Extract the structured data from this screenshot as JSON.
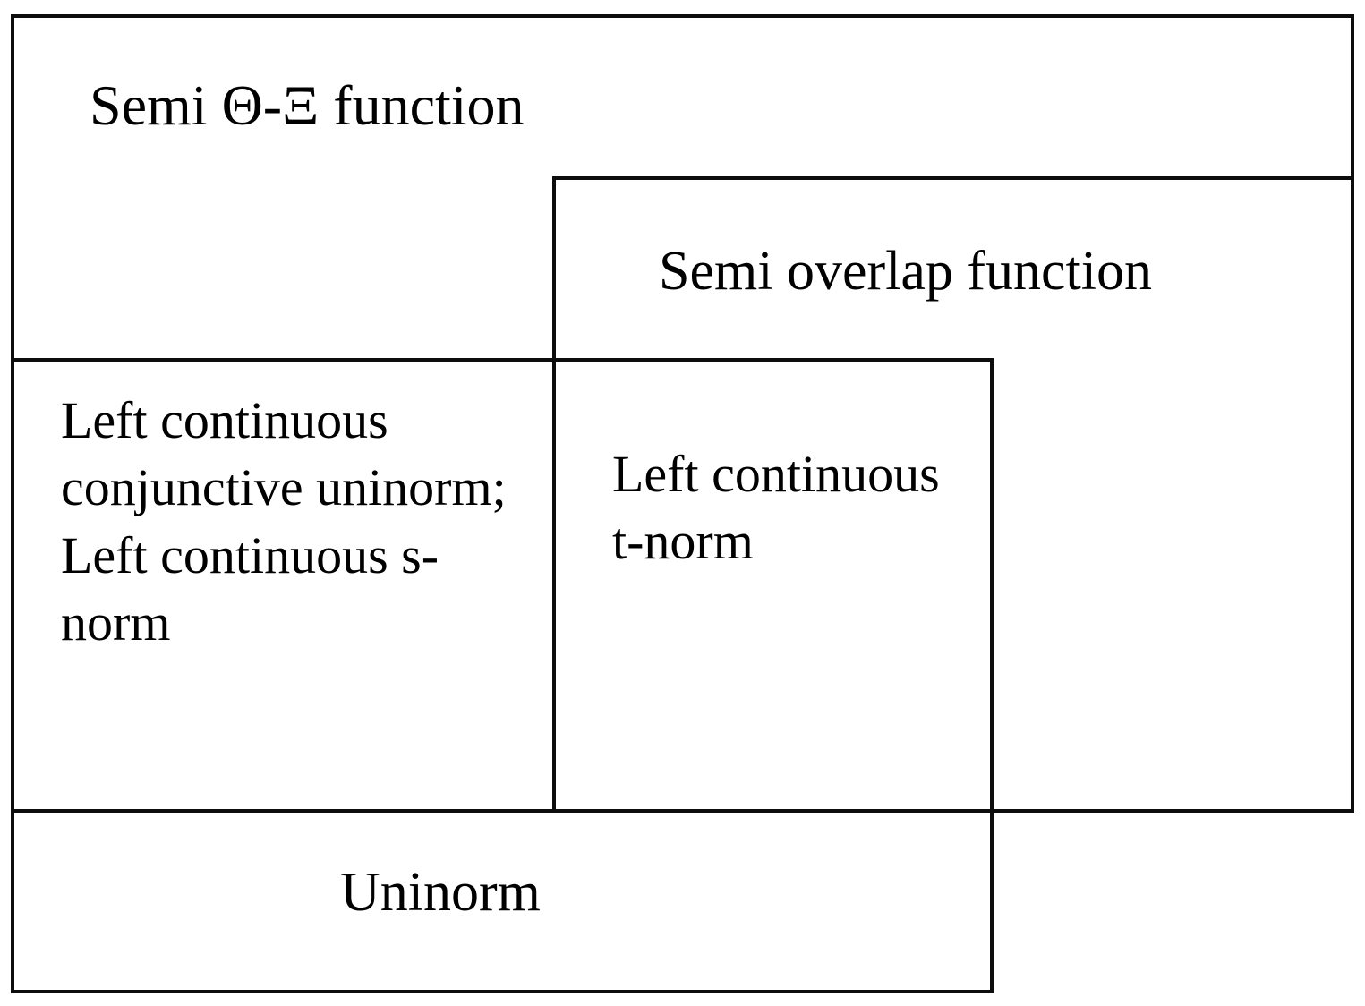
{
  "diagram": {
    "title": "Semi Θ-Ξ function",
    "type": "nested-set-containment-diagram",
    "background_color": "#ffffff",
    "line_color": "#0d0d0d",
    "text_color": "#000000",
    "boxes": [
      {
        "id": "semi-theta-xi",
        "label": "Semi Θ-Ξ function",
        "label_position": "top-left"
      },
      {
        "id": "semi-overlap",
        "label": "Semi overlap function",
        "label_position": "top-center"
      },
      {
        "id": "left-cont-uninorm-snorm",
        "label": "Left continuous conjunctive uninorm;\nLeft continuous s-norm",
        "label_position": "left"
      },
      {
        "id": "left-cont-tnorm",
        "label": "Left continuous t-norm",
        "label_position": "center-left"
      },
      {
        "id": "uninorm",
        "label": "Uninorm",
        "label_position": "bottom-center"
      }
    ]
  }
}
